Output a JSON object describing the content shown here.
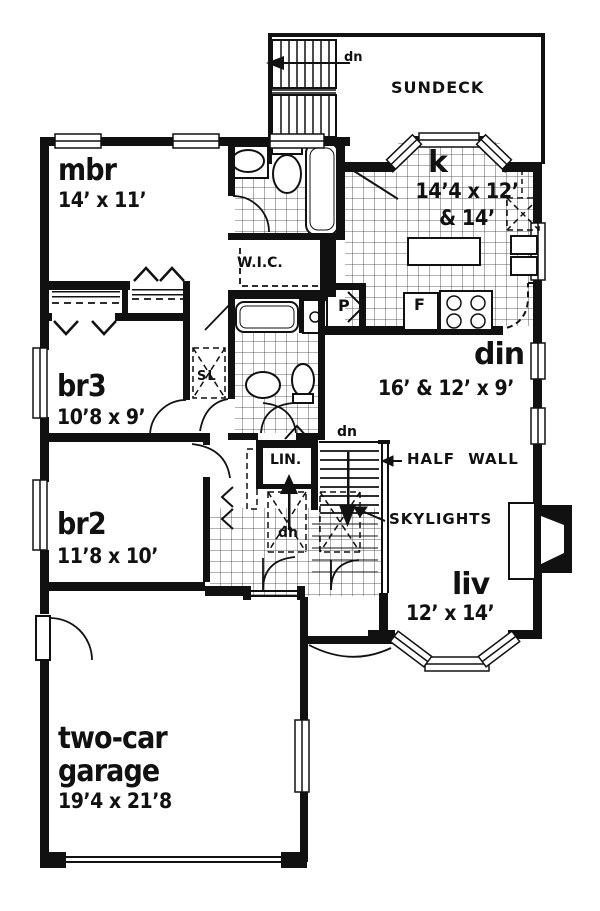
{
  "plan": {
    "rooms": {
      "mbr": {
        "name": "mbr",
        "dims": "14’ x 11’"
      },
      "sundeck": {
        "name": "SUNDECK"
      },
      "kitchen": {
        "name": "k",
        "dims": "14’4 x 12’",
        "dims2": "& 14’"
      },
      "wic": {
        "name": "W.I.C."
      },
      "din": {
        "name": "din",
        "dims": "16’ & 12’ x 9’"
      },
      "br3": {
        "name": "br3",
        "dims": "10’8 x 9’"
      },
      "br2": {
        "name": "br2",
        "dims": "11’8 x 10’"
      },
      "lin": {
        "name": "LIN."
      },
      "liv": {
        "name": "liv",
        "dims": "12’ x 14’"
      },
      "garage": {
        "name1": "two-car",
        "name2": "garage",
        "dims": "19’4 x 21’8"
      }
    },
    "annotations": {
      "dn_sundeck": "dn",
      "dn_stairs_top": "dn",
      "dn_stairs_mid": "dn",
      "half_wall": "HALF WALL",
      "skylights": "SKYLIGHTS",
      "skylight_closet": "SL",
      "pantry": "P",
      "fridge": "F"
    },
    "colors": {
      "ink": "#111111",
      "paper": "#ffffff"
    }
  }
}
